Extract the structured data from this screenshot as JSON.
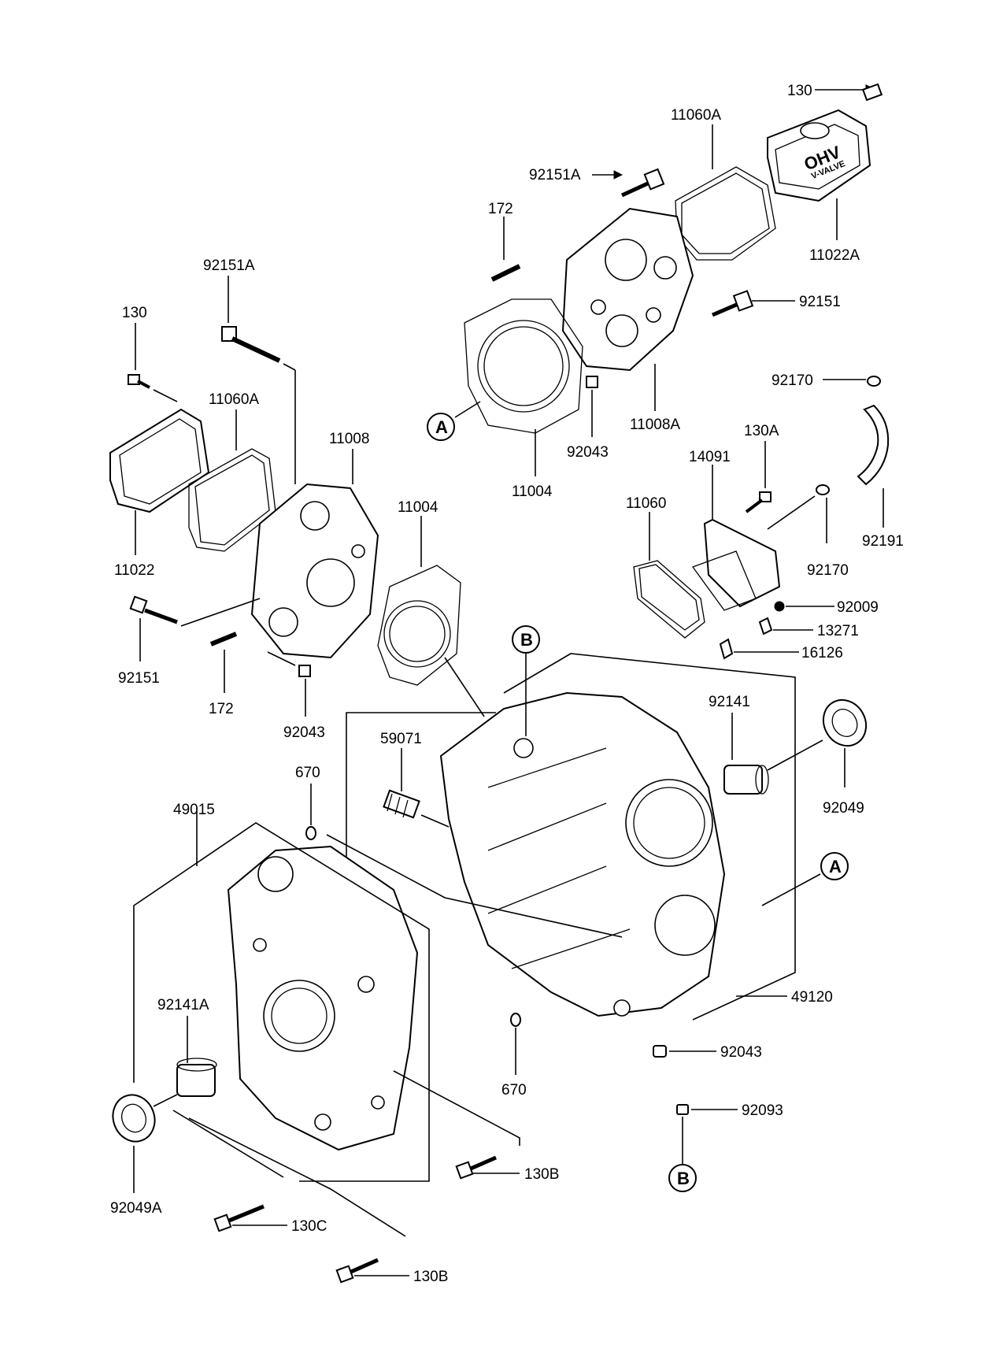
{
  "diagram": {
    "ref_markers": {
      "a": "A",
      "b": "B"
    },
    "valve_cover_text": {
      "line1": "OHV",
      "line2": "V-VALVE"
    },
    "labels": {
      "p130_top": "130",
      "p11060A_top": "11060A",
      "p92151A_top": "92151A",
      "p11022A": "11022A",
      "p172_top": "172",
      "p92151_top": "92151",
      "p92170_top": "92170",
      "p11008A": "11008A",
      "p92043_top": "92043",
      "p11004_top": "11004",
      "p92191": "92191",
      "p92151A_left": "92151A",
      "p130_left": "130",
      "p11060A_left": "11060A",
      "p11008": "11008",
      "p11004_mid": "11004",
      "p11022": "11022",
      "p92151_left": "92151",
      "p172_left": "172",
      "p92043_left": "92043",
      "p130A": "130A",
      "p14091": "14091",
      "p11060": "11060",
      "p92170_mid": "92170",
      "p92009": "92009",
      "p13271": "13271",
      "p16126": "16126",
      "p92141": "92141",
      "p92049": "92049",
      "p59071": "59071",
      "p670_top": "670",
      "p49015": "49015",
      "p92141A": "92141A",
      "p49120": "49120",
      "p92043_bottom": "92043",
      "p670_bottom": "670",
      "p92093": "92093",
      "p130B_right": "130B",
      "p92049A": "92049A",
      "p130C": "130C",
      "p130B_bottom": "130B"
    }
  }
}
